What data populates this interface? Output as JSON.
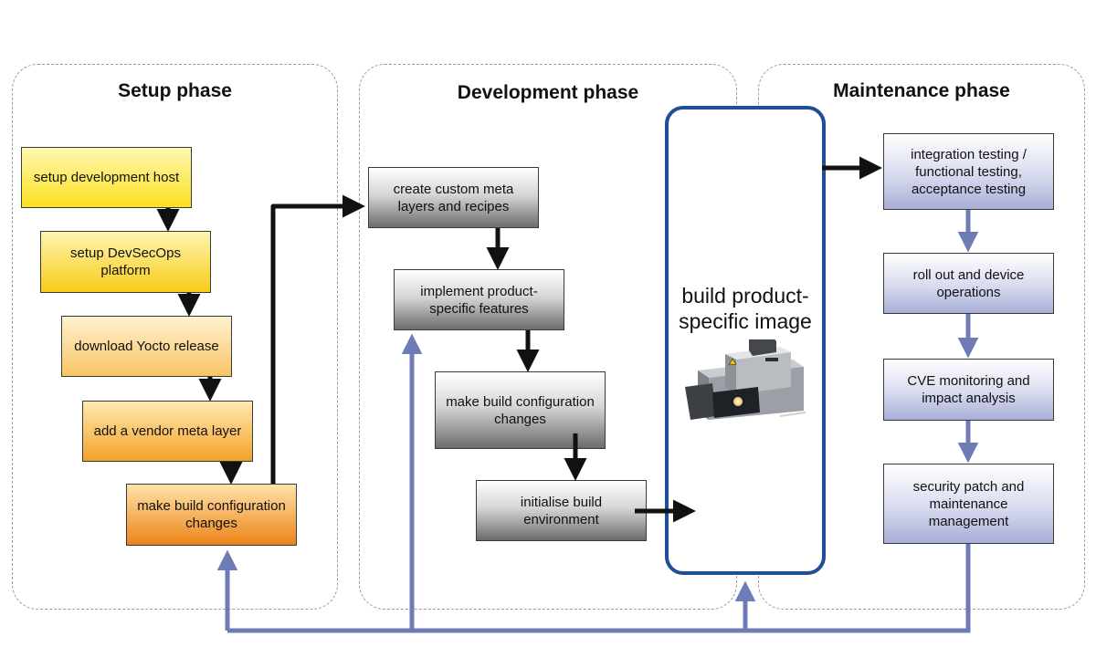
{
  "phases": {
    "setup": "Setup phase",
    "development": "Development phase",
    "maintenance": "Maintenance phase"
  },
  "setup_steps": [
    "setup development host",
    "setup DevSecOps platform",
    "download Yocto release",
    "add a vendor meta layer",
    "make build configuration changes"
  ],
  "development_steps": [
    "create custom meta layers and recipes",
    "implement product-specific features",
    "make build configuration changes",
    "initialise build environment"
  ],
  "build": {
    "label": "build product-specific image",
    "icon": "machine-icon"
  },
  "maintenance_steps": [
    "integration testing / functional testing, acceptance testing",
    "roll out and device operations",
    "CVE monitoring and impact analysis",
    "security patch and maintenance management"
  ],
  "colors": {
    "dark_arrow": "#111111",
    "feedback_arrow": "#6f7bb5",
    "build_border": "#1f4f96",
    "phase_border": "#9a9a9a"
  }
}
